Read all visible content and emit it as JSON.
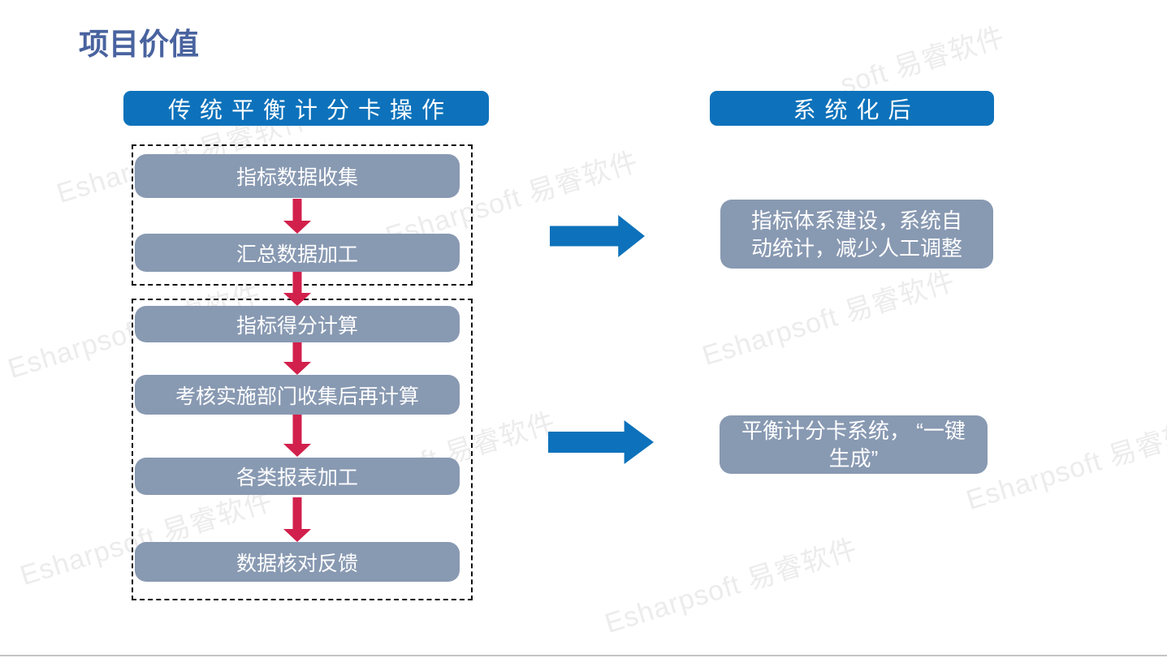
{
  "slide": {
    "title": "项目价值",
    "watermark_text": "Esharpsoft 易睿软件"
  },
  "colors": {
    "title_blue": "#49639F",
    "bar_blue": "#0D72BB",
    "box_gray": "#8899B2",
    "arrow_red": "#D2204C",
    "watermark_gray": "#ECECEC",
    "bottom_line_gray": "#C5C5C5"
  },
  "left_panel": {
    "header": "传统平衡计分卡操作",
    "group1_steps": [
      "指标数据收集",
      "汇总数据加工"
    ],
    "group2_steps": [
      "指标得分计算",
      "考核实施部门收集后再计算",
      "各类报表加工",
      "数据核对反馈"
    ]
  },
  "right_panel": {
    "header": "系统化后",
    "benefit1": "指标体系建设，系统自动统计，减少人工调整",
    "benefit2": "平衡计分卡系统， “一键生成”"
  },
  "watermarks": [
    {
      "text": "soft 易睿软件"
    },
    {
      "text": "Esharpsoft 易睿软件"
    },
    {
      "text": "Esharpsoft 易睿软件"
    },
    {
      "text": "Esharpsoft 易睿软件"
    },
    {
      "text": "soft 易睿软件"
    },
    {
      "text": "Esharpsoft 易睿软件"
    },
    {
      "text": "Esharpsoft 易睿软件"
    },
    {
      "text": "Esharpsoft 易睿软件"
    },
    {
      "text": "Esharpsoft 易睿软件"
    }
  ]
}
